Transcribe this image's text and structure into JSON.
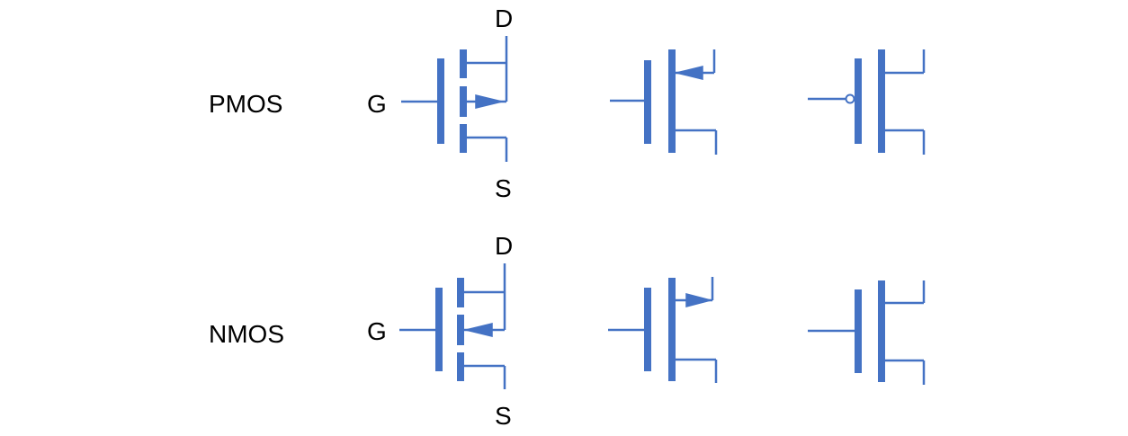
{
  "rows": [
    {
      "type_label": "PMOS",
      "gate_label": "G",
      "drain_label": "D",
      "source_label": "S"
    },
    {
      "type_label": "NMOS",
      "gate_label": "G",
      "drain_label": "D",
      "source_label": "S"
    }
  ],
  "colors": {
    "symbol": "#4472c4",
    "text": "#000000",
    "background": "#ffffff"
  }
}
